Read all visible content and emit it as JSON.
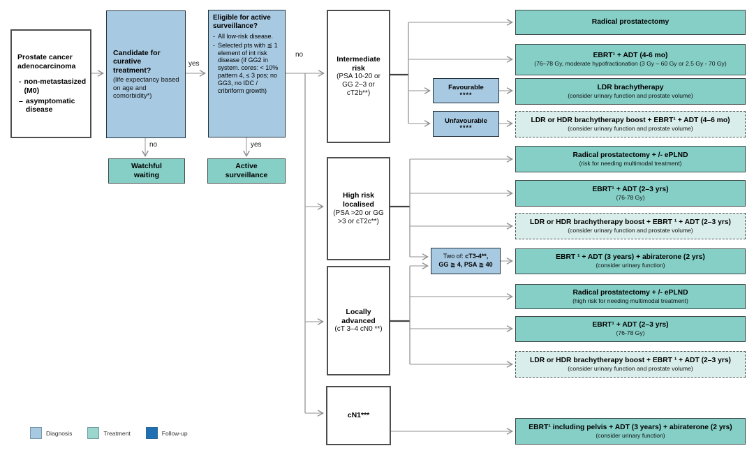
{
  "palette": {
    "diagnosis_fill": "#A7C9E2",
    "treatment_fill": "#85CFC6",
    "treatment_option_fill": "#D9EEEA",
    "followup_fill": "#1F6FB5",
    "connector_gray": "#A6A6A6"
  },
  "labels": {
    "yes_curative": "yes",
    "no_curative": "no",
    "no_surveillance": "no",
    "yes_surveillance": "yes"
  },
  "nodes": {
    "diagnosis": {
      "title": "Prostate cancer adenocarcinoma",
      "items": [
        {
          "bullet": "-",
          "text": "non-metastasized (M0)"
        },
        {
          "bullet": "–",
          "text": "asymptomatic disease"
        }
      ]
    },
    "curative": {
      "title": "Candidate for curative treatment?",
      "note": "(life expectancy based on age and comorbidity*)"
    },
    "surveillance_q": {
      "title": "Eligible for active surveillance?",
      "items": [
        {
          "bullet": "-",
          "text": "All low-risk disease."
        },
        {
          "bullet": "-",
          "text": "Selected pts with ≦ 1 element of int risk disease (if GG2 in system. cores: < 10% pattern 4, ≤ 3 pos; no GG3, no IDC / cribriform growth)"
        }
      ]
    },
    "watchful_waiting": {
      "title": "Watchful waiting"
    },
    "active_surveillance": {
      "title": "Active surveillance"
    },
    "intermediate": {
      "title": "Intermediate risk",
      "note": "(PSA 10-20 or GG 2–3 or cT2b**)"
    },
    "high_risk": {
      "title": "High risk localised",
      "note": "(PSA >20 or GG >3 or cT2c**)"
    },
    "locally_advanced": {
      "title": "Locally advanced",
      "note": "(cT 3–4 cN0 **)"
    },
    "cn1": {
      "title": "cN1***"
    },
    "favourable": {
      "title": "Favourable",
      "stars": "****"
    },
    "unfavourable": {
      "title": "Unfavourable",
      "stars": "****"
    },
    "two_of": {
      "prefix": "Two of: ",
      "criteria": "cT3-4**,",
      "line2": "GG ≧ 4, PSA ≧ 40"
    }
  },
  "treatments": {
    "radical_prostatectomy": {
      "title": "Radical prostatectomy"
    },
    "ebrt_adt_46": {
      "title": "EBRT¹ + ADT (4-6 mo)",
      "note": "(76–78 Gy, moderate hypofractionation (3 Gy – 60 Gy or 2.5 Gy - 70 Gy)"
    },
    "ldr_brachy": {
      "title": "LDR brachytherapy",
      "note": "(consider urinary function and prostate volume)"
    },
    "ldr_hdr_boost_46": {
      "title": "LDR or HDR brachytherapy boost + EBRT¹ + ADT (4–6 mo)",
      "note": "(consider urinary function and prostate volume)"
    },
    "rp_eplnd_risk": {
      "title": "Radical prostatectomy + /- ePLND",
      "note": "(risk for needing multimodal treatment)"
    },
    "ebrt_adt_23_hr": {
      "title": "EBRT¹ + ADT (2–3 yrs)",
      "note": "(76-78 Gy)"
    },
    "ldr_hdr_boost_23_hr": {
      "title": "LDR or HDR brachytherapy boost + EBRT ¹ + ADT (2–3 yrs)",
      "note": "(consider urinary function and prostate volume)"
    },
    "ebrt_adt_abiraterone": {
      "title": "EBRT ¹ + ADT (3 years) + abiraterone (2 yrs)",
      "note": "(consider urinary function)"
    },
    "rp_eplnd_high": {
      "title": "Radical prostatectomy + /- ePLND",
      "note": "(high risk for needing multimodal treatment)"
    },
    "ebrt_adt_23_la": {
      "title": "EBRT¹ + ADT (2–3 yrs)",
      "note": "(76-78 Gy)"
    },
    "ldr_hdr_boost_23_la": {
      "title": "LDR or HDR brachytherapy boost + EBRT ¹ + ADT (2–3 yrs)",
      "note": "(consider urinary function and prostate volume)"
    },
    "ebrt_pelvis_abiraterone": {
      "title": "EBRT¹ including pelvis + ADT (3 years) + abiraterone (2 yrs)",
      "note": "(consider urinary function)"
    }
  },
  "legend": {
    "diagnosis": {
      "label": "Diagnosis",
      "color": "#A7C9E2"
    },
    "treatment": {
      "label": "Treatment",
      "color": "#9AD6CE"
    },
    "followup": {
      "label": "Follow-up",
      "color": "#1F6FB5"
    }
  }
}
